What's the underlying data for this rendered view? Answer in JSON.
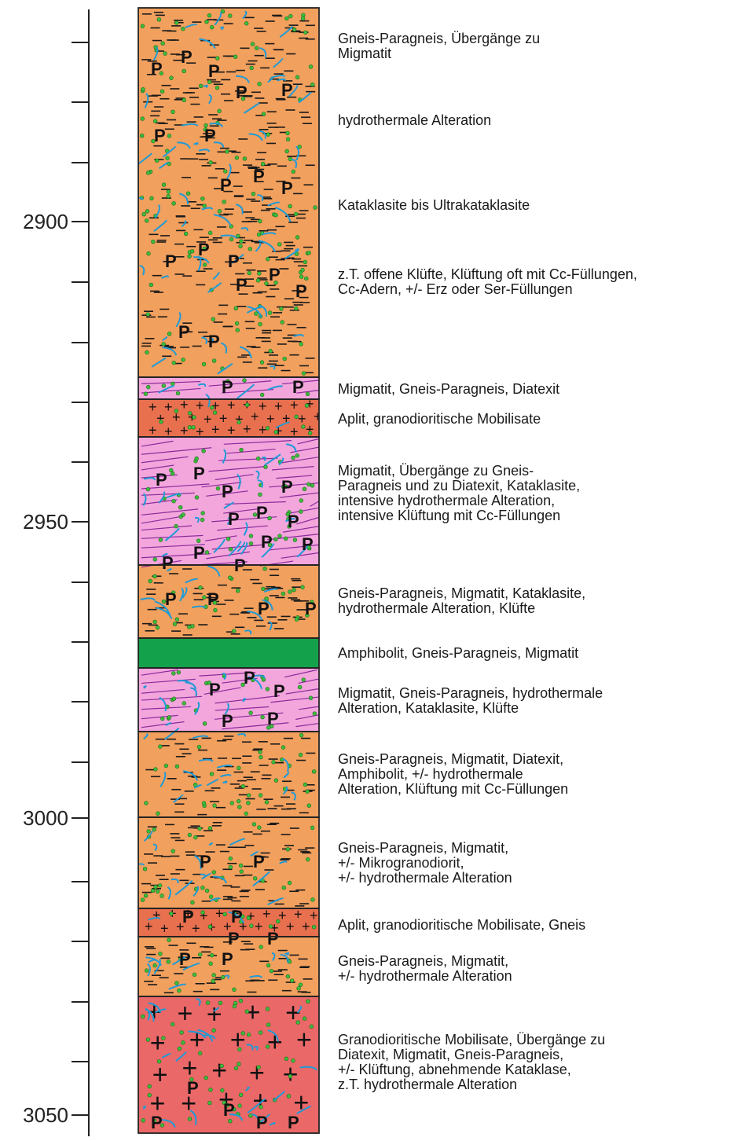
{
  "depth_axis": {
    "labels": [
      "2900",
      "2950",
      "3000",
      "3050"
    ]
  },
  "colors": {
    "gneiss_orange": "#f2a05e",
    "migmatite_pink": "#f3a6dc",
    "aplite_red": "#e8704f",
    "amphibolite_green": "#13a24b",
    "granodiorite_red": "#ea6868",
    "fracture_blue": "#1f9ad6",
    "dot_green": "#3dbd3d",
    "dash_black": "#1a1a1a",
    "migmatite_line_purple": "#8a2a9a"
  },
  "units": [
    {
      "id": "u1",
      "description": "Gneis-Paragneis, Übergänge zu\nMigmatit"
    },
    {
      "id": "u1",
      "description": "hydrothermale Alteration"
    },
    {
      "id": "u1",
      "description": "Kataklasite bis Ultrakataklasite"
    },
    {
      "id": "u1",
      "description": "z.T. offene Klüfte, Klüftung oft mit Cc-Füllungen,\nCc-Adern, +/- Erz oder Ser-Füllungen"
    },
    {
      "id": "u2",
      "description": "Migmatit, Gneis-Paragneis, Diatexit"
    },
    {
      "id": "u3",
      "description": "Aplit, granodioritische Mobilisate"
    },
    {
      "id": "u4",
      "description": "Migmatit, Übergänge zu Gneis-\nParagneis und zu Diatexit, Kataklasite,\nintensive hydrothermale Alteration,\nintensive Klüftung mit Cc-Füllungen"
    },
    {
      "id": "u5",
      "description": "Gneis-Paragneis, Migmatit, Kataklasite,\nhydrothermale Alteration, Klüfte"
    },
    {
      "id": "u6",
      "description": "Amphibolit, Gneis-Paragneis, Migmatit"
    },
    {
      "id": "u7",
      "description": "Migmatit, Gneis-Paragneis, hydrothermale\nAlteration, Kataklasite, Klüfte"
    },
    {
      "id": "u8",
      "description": "Gneis-Paragneis, Migmatit, Diatexit,\nAmphibolit, +/- hydrothermale\nAlteration, Klüftung mit Cc-Füllungen"
    },
    {
      "id": "u9",
      "description": "Gneis-Paragneis, Migmatit,\n+/- Mikrogranodiorit,\n+/- hydrothermale Alteration"
    },
    {
      "id": "u10",
      "description": "Aplit, granodioritische Mobilisate, Gneis"
    },
    {
      "id": "u11",
      "description": "Gneis-Paragneis, Migmatit,\n+/- hydrothermale Alteration"
    },
    {
      "id": "u12",
      "description": "Granodioritische Mobilisate, Übergänge zu\nDiatexit, Migmatit, Gneis-Paragneis,\n+/- Klüftung, abnehmende Kataklase,\nz.T. hydrothermale Alteration"
    }
  ]
}
